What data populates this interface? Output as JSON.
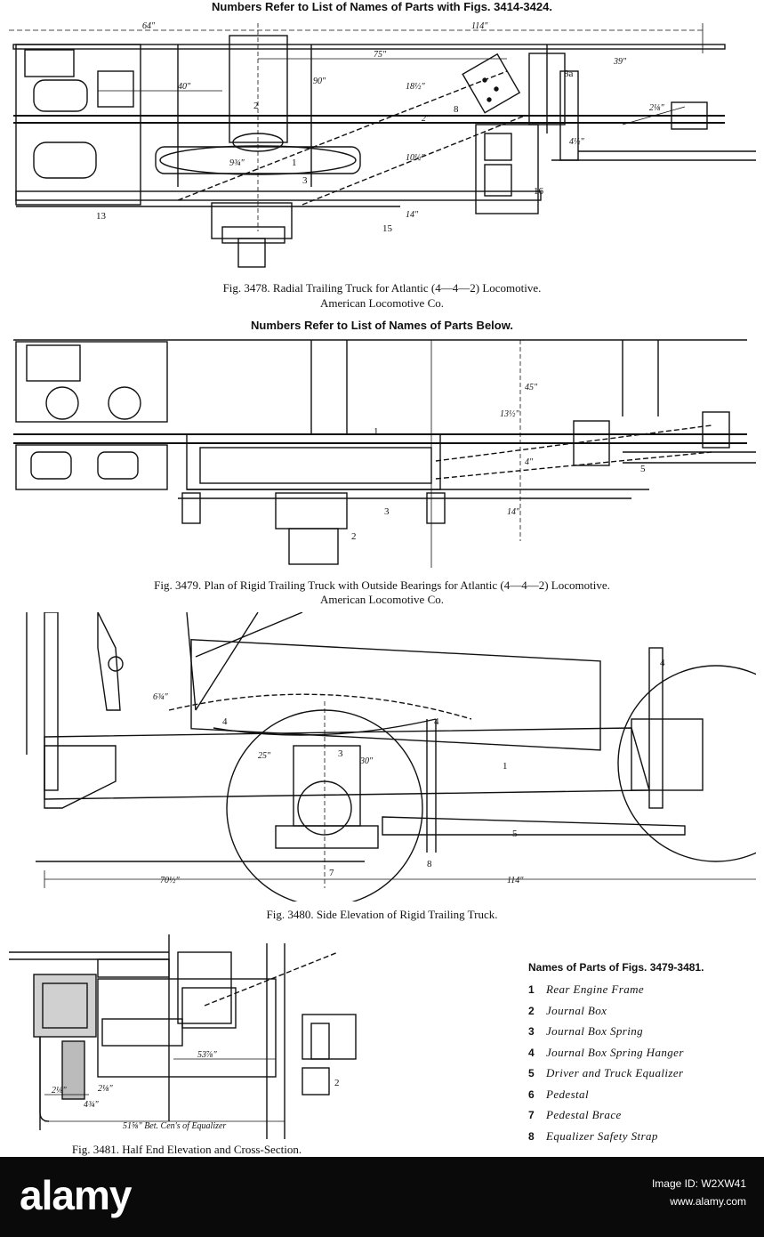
{
  "fig3478": {
    "heading": "Numbers Refer to List of Names of Parts with Figs. 3414-3424.",
    "caption_line1": "Fig. 3478.  Radial Trailing Truck for Atlantic (4—4—2) Locomotive.",
    "caption_line2": "American Locomotive Co.",
    "dims": [
      "64\"",
      "114\"",
      "75\"",
      "39\"",
      "90\"",
      "40\"",
      "18½\"",
      "9¾\"",
      "10½\"",
      "14\"",
      "4½\"",
      "2⅛\"",
      "2\""
    ],
    "labels": [
      "1",
      "2",
      "3",
      "8",
      "8a",
      "13",
      "15",
      "16"
    ]
  },
  "fig3479": {
    "heading": "Numbers Refer to List of Names of Parts Below.",
    "caption_line1": "Fig. 3479.  Plan of Rigid Trailing Truck with Outside Bearings for Atlantic (4—4—2) Locomotive.",
    "caption_line2": "American Locomotive Co.",
    "dims": [
      "45\"",
      "13½\"",
      "4\"",
      "14\""
    ],
    "labels": [
      "1",
      "2",
      "3",
      "5"
    ]
  },
  "fig3480": {
    "caption": "Fig. 3480.  Side Elevation of Rigid Trailing Truck.",
    "dims": [
      "70½\"",
      "114\"",
      "25\"",
      "30\"",
      "6¾\""
    ],
    "labels": [
      "1",
      "3",
      "4",
      "4",
      "4",
      "5",
      "7",
      "8"
    ]
  },
  "fig3481": {
    "caption": "Fig. 3481.  Half End Elevation and Cross-Section.",
    "dims": [
      "2⅛\"",
      "2⅛\"",
      "4¾\"",
      "53⅞\"",
      "51⅝\" Bet. Cen's of Equalizer"
    ],
    "labels": [
      "2"
    ]
  },
  "legend": {
    "title": "Names of Parts of Figs. 3479-3481.",
    "items": [
      {
        "num": "1",
        "name": "Rear Engine Frame"
      },
      {
        "num": "2",
        "name": "Journal Box"
      },
      {
        "num": "3",
        "name": "Journal Box Spring"
      },
      {
        "num": "4",
        "name": "Journal Box Spring Hanger"
      },
      {
        "num": "5",
        "name": "Driver and Truck Equalizer"
      },
      {
        "num": "6",
        "name": "Pedestal"
      },
      {
        "num": "7",
        "name": "Pedestal Brace"
      },
      {
        "num": "8",
        "name": "Equalizer Safety Strap"
      }
    ]
  },
  "footer": {
    "brand": "alamy",
    "image_id_line1": "Image ID: W2XW41",
    "image_id_line2": "www.alamy.com"
  }
}
